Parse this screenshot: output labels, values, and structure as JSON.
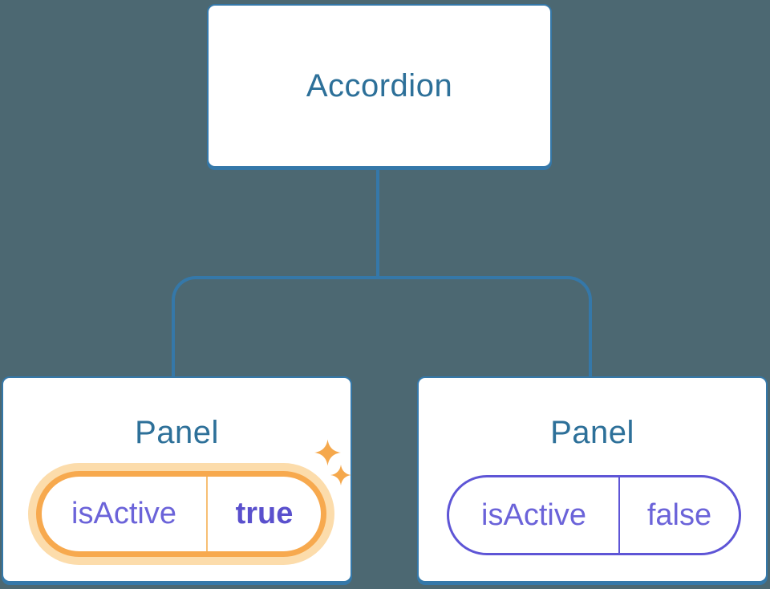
{
  "tree": {
    "root": {
      "label": "Accordion"
    },
    "panels": [
      {
        "title": "Panel",
        "state": {
          "key": "isActive",
          "value": "true"
        },
        "highlighted": true
      },
      {
        "title": "Panel",
        "state": {
          "key": "isActive",
          "value": "false"
        },
        "highlighted": false
      }
    ]
  },
  "icons": {
    "sparkle": {
      "name": "sparkle-icon",
      "color": "#f5a84c"
    }
  },
  "colors": {
    "background": "#4c6872",
    "connector_blue": "#3578a9",
    "node_fill": "#ffffff",
    "node_title_blue": "#2d7099",
    "state_purple": "#6b63d9",
    "state_value_bold_purple": "#5a50cd",
    "inactive_pill_border": "#5e55d6",
    "highlight_orange_border": "#f7a94e",
    "highlight_orange_glow": "#fcdcab",
    "highlight_divider_orange": "#f7bf74",
    "sparkle_orange": "#f5a84c"
  }
}
